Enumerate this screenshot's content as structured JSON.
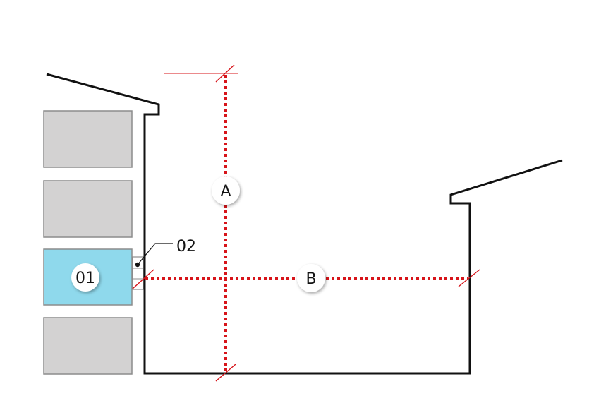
{
  "labels": {
    "dimension_a": "A",
    "dimension_b": "B",
    "highlighted_cabinet": "01",
    "callout": "02"
  },
  "colors": {
    "outline": "#111111",
    "dimension": "#d7141a",
    "cabinet_fill": "#d3d2d2",
    "cabinet_stroke": "#8c8c8c",
    "highlight_fill": "#8fd9ec",
    "badge_fill": "#ffffff"
  }
}
